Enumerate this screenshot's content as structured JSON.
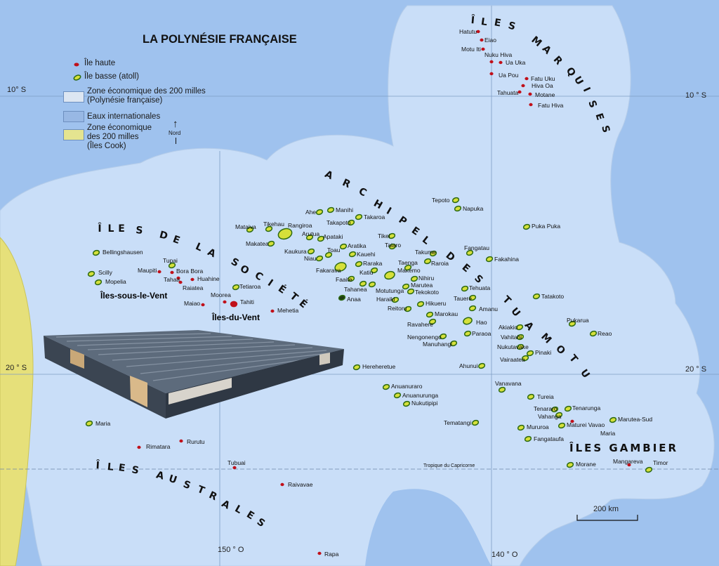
{
  "title": "LA POLYNÉSIE FRANÇAISE",
  "legend": {
    "high_island": "Île haute",
    "low_island": "Île basse (atoll)",
    "eez_pf_line1": "Zone économique des 200 milles",
    "eez_pf_line2": "(Polynésie française)",
    "intl_waters": "Eaux internationales",
    "eez_cook_line1": "Zone économique",
    "eez_cook_line2": "des 200 milles",
    "eez_cook_line3": "(Îles Cook)",
    "north": "Nord"
  },
  "colors": {
    "international_waters": "#9fc2ee",
    "eez_pf": "#c9def8",
    "eez_cook": "#e6e07a",
    "high": "#c0101a",
    "atoll_fill": "#d6e03a",
    "atoll_stroke": "#2d6a12"
  },
  "regions": {
    "marquises": "ÎLES MARQUISES",
    "tuamotu": "ARCHIPEL DES TUAMOTU",
    "societe": "ÎLES DE LA SOCIÉTÉ",
    "australes": "ÎLES AUSTRALES",
    "gambier": "ÎLES GAMBIER",
    "sous_le_vent": "Îles-sous-le-Vent",
    "du_vent": "Îles-du-Vent"
  },
  "grid": {
    "lat10_left": "10° S",
    "lat10_right": "10 ° S",
    "lat20_left": "20 ° S",
    "lat20_right": "20 ° S",
    "lon150": "150 ° O",
    "lon140": "140 ° O",
    "tropic": "Tropique du Capricorne"
  },
  "scale": "200 km",
  "islands": [
    {
      "name": "Hatutu",
      "type": "high"
    },
    {
      "name": "Eiao",
      "type": "high"
    },
    {
      "name": "Motu Iti",
      "type": "high"
    },
    {
      "name": "Nuku Hiva",
      "type": "high"
    },
    {
      "name": "Ua Uka",
      "type": "high"
    },
    {
      "name": "Ua Pou",
      "type": "high"
    },
    {
      "name": "Fatu Uku",
      "type": "high"
    },
    {
      "name": "Hiva Oa",
      "type": "high"
    },
    {
      "name": "Tahuata",
      "type": "high"
    },
    {
      "name": "Motane",
      "type": "high"
    },
    {
      "name": "Fatu Hiva",
      "type": "high"
    },
    {
      "name": "Tepoto",
      "type": "atoll"
    },
    {
      "name": "Napuka",
      "type": "atoll"
    },
    {
      "name": "Ahe",
      "type": "atoll"
    },
    {
      "name": "Manihi",
      "type": "atoll"
    },
    {
      "name": "Takaroa",
      "type": "atoll"
    },
    {
      "name": "Takapoto",
      "type": "atoll"
    },
    {
      "name": "Mataiva",
      "type": "atoll"
    },
    {
      "name": "Tikehau",
      "type": "atoll"
    },
    {
      "name": "Rangiroa",
      "type": "atoll"
    },
    {
      "name": "Makatea",
      "type": "atoll"
    },
    {
      "name": "Arutua",
      "type": "atoll"
    },
    {
      "name": "Apataki",
      "type": "atoll"
    },
    {
      "name": "Kaukura",
      "type": "atoll"
    },
    {
      "name": "Toau",
      "type": "atoll"
    },
    {
      "name": "Niau",
      "type": "atoll"
    },
    {
      "name": "Aratika",
      "type": "atoll"
    },
    {
      "name": "Kauehi",
      "type": "atoll"
    },
    {
      "name": "Raraka",
      "type": "atoll"
    },
    {
      "name": "Fakarava",
      "type": "atoll"
    },
    {
      "name": "Katiu",
      "type": "atoll"
    },
    {
      "name": "Faaite",
      "type": "atoll"
    },
    {
      "name": "Tahanea",
      "type": "atoll"
    },
    {
      "name": "Anaa",
      "type": "dark"
    },
    {
      "name": "Motutunga",
      "type": "atoll"
    },
    {
      "name": "Makemo",
      "type": "atoll"
    },
    {
      "name": "Nihiru",
      "type": "atoll"
    },
    {
      "name": "Marutea",
      "type": "atoll"
    },
    {
      "name": "Tekokoto",
      "type": "atoll"
    },
    {
      "name": "Haraiki",
      "type": "atoll"
    },
    {
      "name": "Reitoru",
      "type": "atoll"
    },
    {
      "name": "Hikueru",
      "type": "atoll"
    },
    {
      "name": "Marokau",
      "type": "atoll"
    },
    {
      "name": "Ravahere",
      "type": "atoll"
    },
    {
      "name": "Nengonengo",
      "type": "atoll"
    },
    {
      "name": "Manuhangi",
      "type": "atoll"
    },
    {
      "name": "Tikei",
      "type": "atoll"
    },
    {
      "name": "Taiaro",
      "type": "atoll"
    },
    {
      "name": "Takume",
      "type": "atoll"
    },
    {
      "name": "Raroia",
      "type": "atoll"
    },
    {
      "name": "Taenga",
      "type": "atoll"
    },
    {
      "name": "Fangatau",
      "type": "atoll"
    },
    {
      "name": "Fakahina",
      "type": "atoll"
    },
    {
      "name": "Tehuata",
      "type": "atoll"
    },
    {
      "name": "Tauere",
      "type": "atoll"
    },
    {
      "name": "Amanu",
      "type": "atoll"
    },
    {
      "name": "Hao",
      "type": "atoll"
    },
    {
      "name": "Paraoa",
      "type": "atoll"
    },
    {
      "name": "Puka Puka",
      "type": "atoll"
    },
    {
      "name": "Tatakoto",
      "type": "atoll"
    },
    {
      "name": "Pukarua",
      "type": "atoll"
    },
    {
      "name": "Reao",
      "type": "atoll"
    },
    {
      "name": "Akiakio",
      "type": "atoll"
    },
    {
      "name": "Vahitahi",
      "type": "atoll"
    },
    {
      "name": "Nukutavake",
      "type": "atoll"
    },
    {
      "name": "Pinaki",
      "type": "atoll"
    },
    {
      "name": "Vairaatea",
      "type": "atoll"
    },
    {
      "name": "Ahunui",
      "type": "atoll"
    },
    {
      "name": "Hereheretue",
      "type": "atoll"
    },
    {
      "name": "Anuanuraro",
      "type": "atoll"
    },
    {
      "name": "Anuanurunga",
      "type": "atoll"
    },
    {
      "name": "Nukutipipi",
      "type": "atoll"
    },
    {
      "name": "Tematangi",
      "type": "atoll"
    },
    {
      "name": "Vanavana",
      "type": "atoll"
    },
    {
      "name": "Tureia",
      "type": "atoll"
    },
    {
      "name": "Tenararo",
      "type": "atoll"
    },
    {
      "name": "Tenarunga",
      "type": "atoll"
    },
    {
      "name": "Vahanga",
      "type": "atoll"
    },
    {
      "name": "Maturei Vavao",
      "type": "atoll"
    },
    {
      "name": "Marutea-Sud",
      "type": "atoll"
    },
    {
      "name": "Mururoa",
      "type": "atoll"
    },
    {
      "name": "Maria",
      "type": "high"
    },
    {
      "name": "Fangataufa",
      "type": "atoll"
    },
    {
      "name": "Morane",
      "type": "atoll"
    },
    {
      "name": "Mangareva",
      "type": "high"
    },
    {
      "name": "Timor",
      "type": "atoll"
    },
    {
      "name": "Bellingshausen",
      "type": "atoll"
    },
    {
      "name": "Scilly",
      "type": "atoll"
    },
    {
      "name": "Mopelia",
      "type": "atoll"
    },
    {
      "name": "Tupai",
      "type": "atoll"
    },
    {
      "name": "Maupiti",
      "type": "high"
    },
    {
      "name": "Bora Bora",
      "type": "high"
    },
    {
      "name": "Tahaa",
      "type": "high"
    },
    {
      "name": "Raiatea",
      "type": "high"
    },
    {
      "name": "Huahine",
      "type": "high"
    },
    {
      "name": "Maiao",
      "type": "high"
    },
    {
      "name": "Tetiaroa",
      "type": "atoll"
    },
    {
      "name": "Moorea",
      "type": "high"
    },
    {
      "name": "Tahiti",
      "type": "high"
    },
    {
      "name": "Mehetia",
      "type": "high"
    },
    {
      "name": "Maria",
      "type": "atoll"
    },
    {
      "name": "Rimatara",
      "type": "high"
    },
    {
      "name": "Rurutu",
      "type": "high"
    },
    {
      "name": "Tubuai",
      "type": "high"
    },
    {
      "name": "Raivavae",
      "type": "high"
    },
    {
      "name": "Rapa",
      "type": "high"
    }
  ]
}
